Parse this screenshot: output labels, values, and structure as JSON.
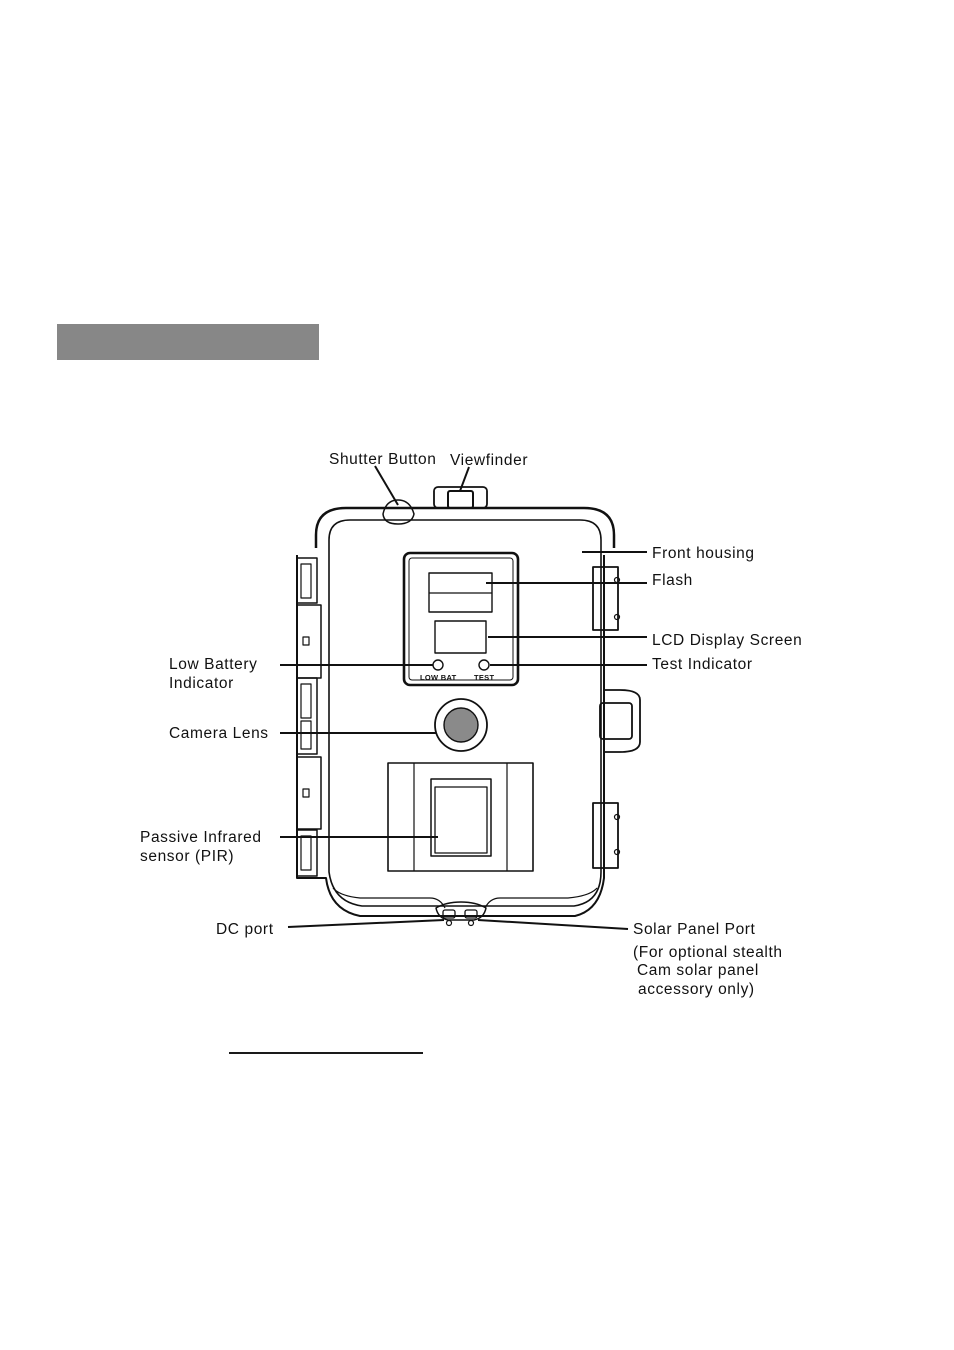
{
  "header_bar": {
    "color": "#878787"
  },
  "labels": {
    "shutter_button": "Shutter Button",
    "viewfinder": "Viewfinder",
    "front_housing": "Front housing",
    "flash": "Flash",
    "lcd_display": "LCD Display Screen",
    "test_indicator": "Test Indicator",
    "low_battery_1": "Low Battery",
    "low_battery_2": "Indicator",
    "camera_lens": "Camera Lens",
    "pir_1": "Passive Infrared",
    "pir_2": "sensor (PIR)",
    "dc_port": "DC port",
    "solar_port": "Solar Panel Port",
    "solar_note_1": "(For optional stealth",
    "solar_note_2": "Cam solar panel",
    "solar_note_3": "accessory only)"
  },
  "panel_text": {
    "low_bat": "LOW BAT",
    "test": "TEST"
  },
  "colors": {
    "line": "#111111",
    "lens_fill": "#8a8a8a"
  }
}
